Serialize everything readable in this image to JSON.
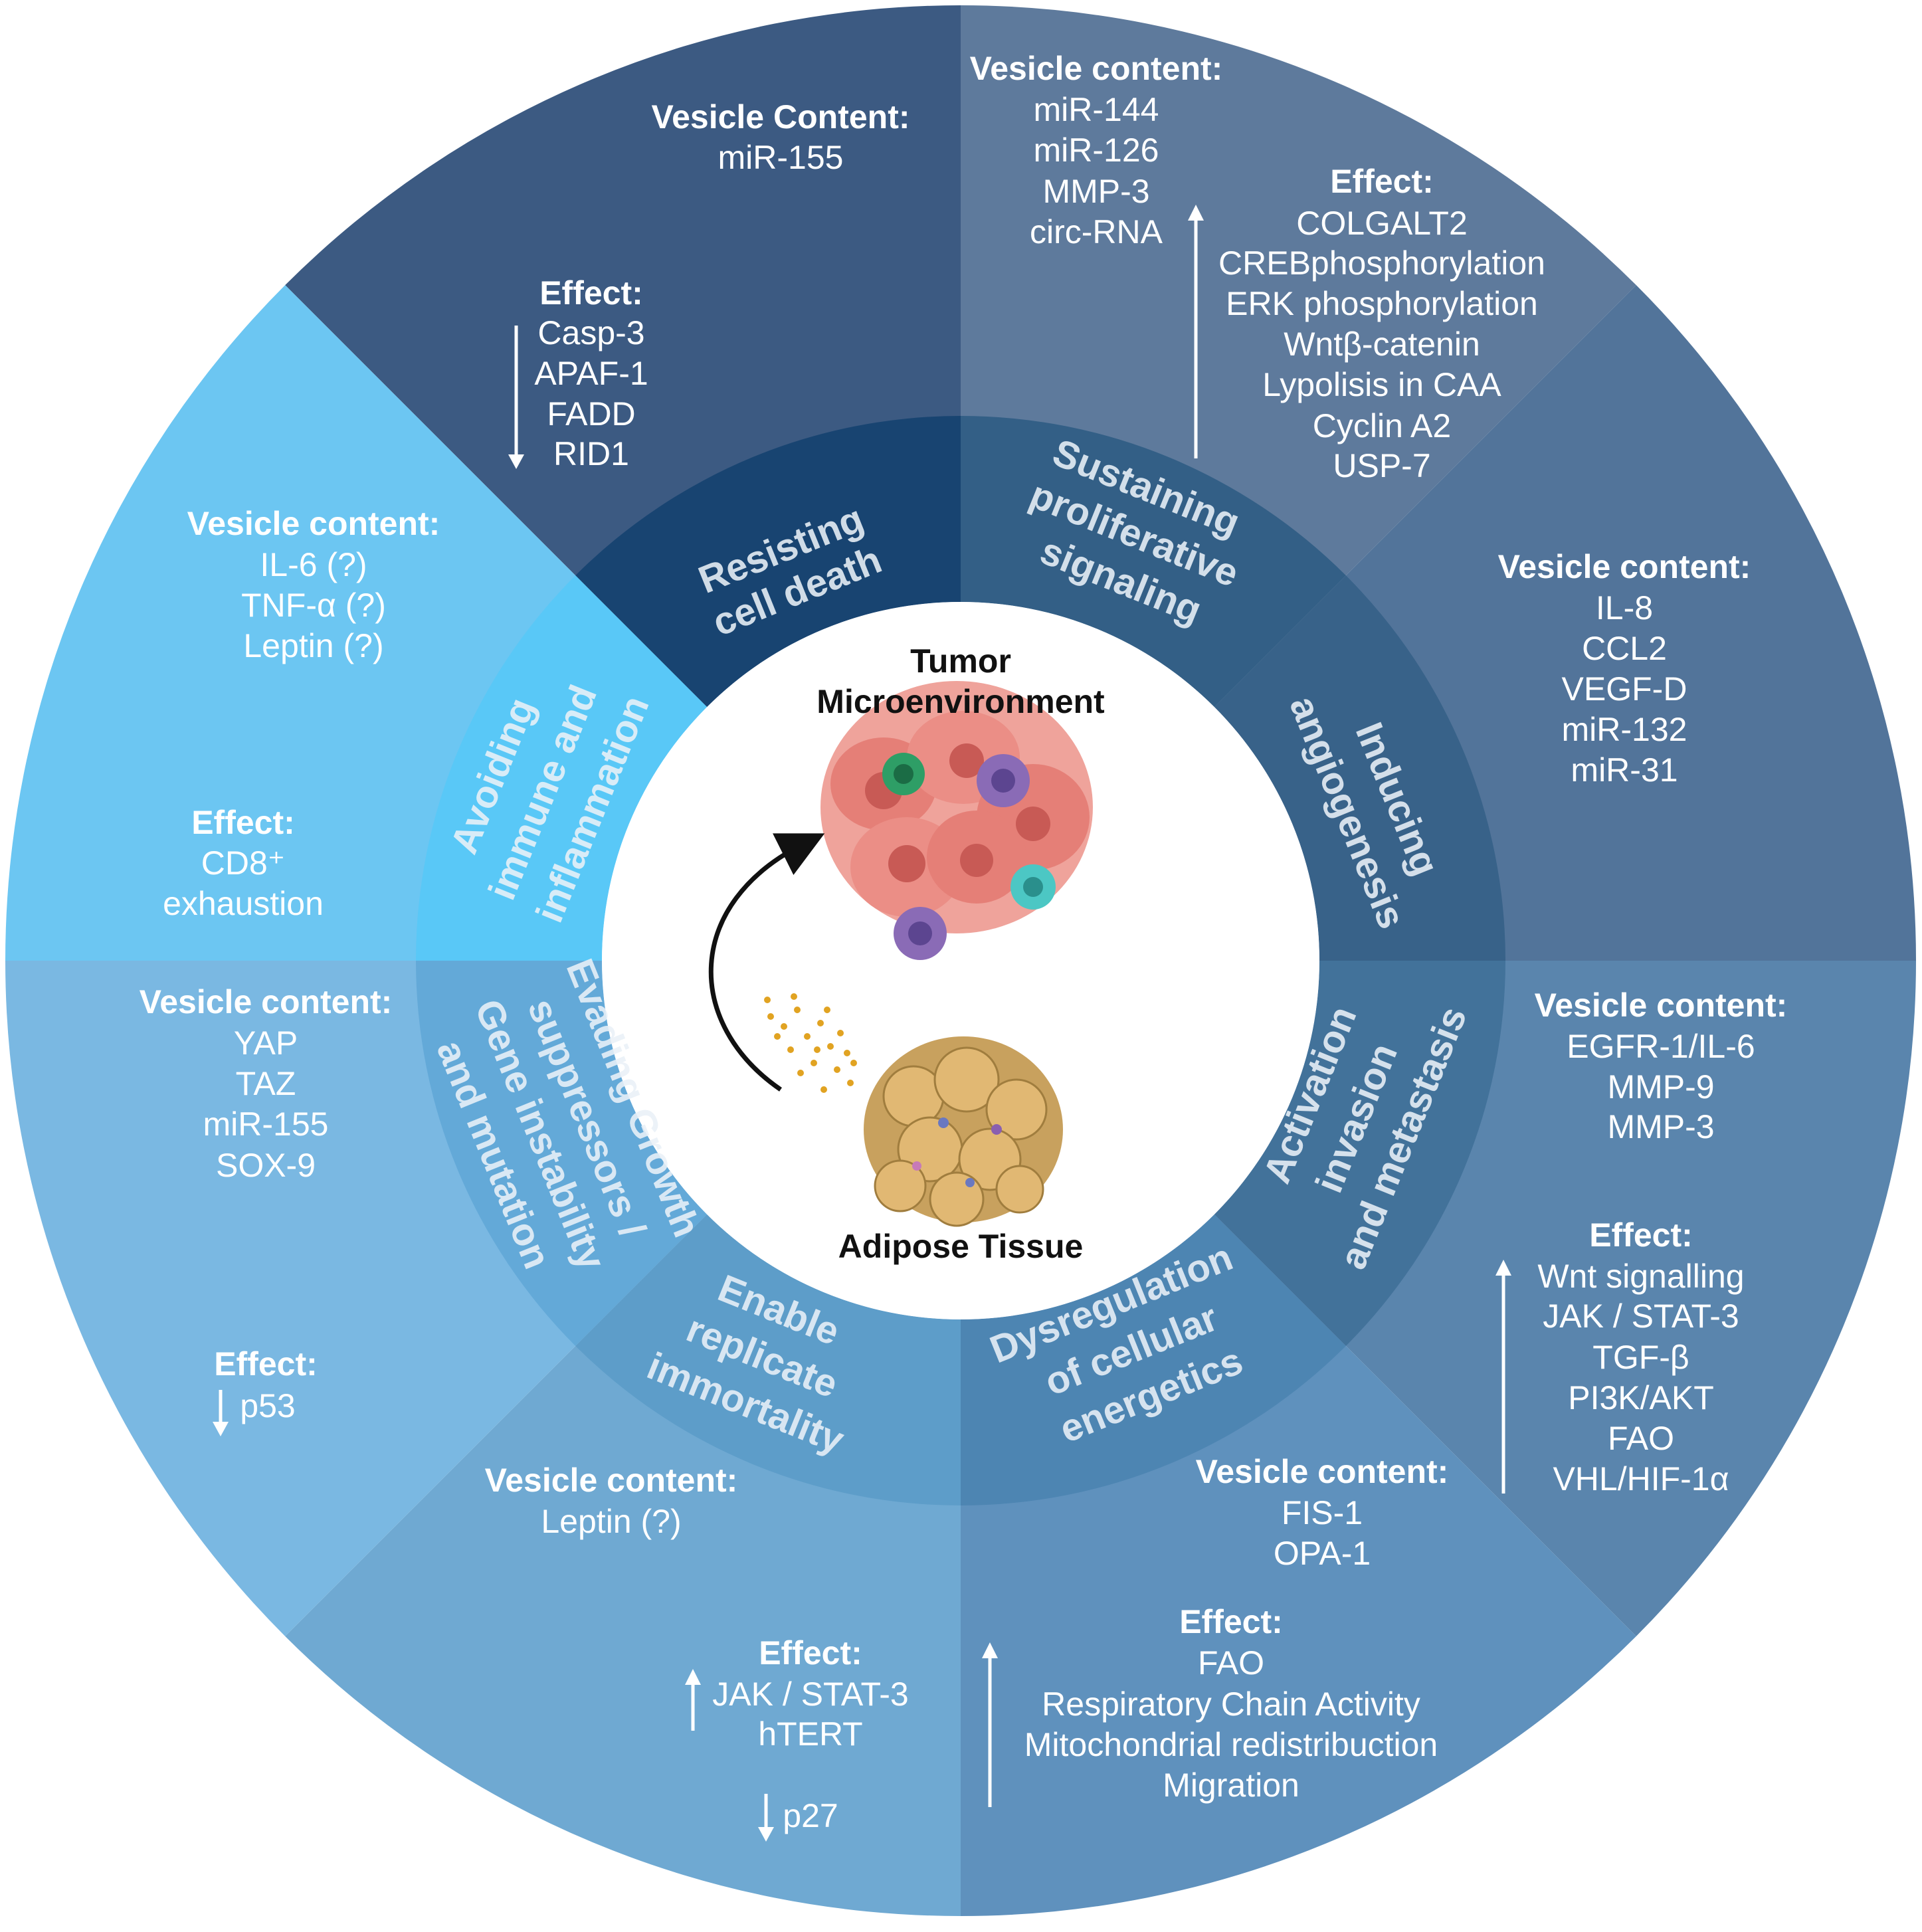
{
  "center": {
    "title_line1": "Tumor",
    "title_line2": "Microenvironment",
    "bottom_label": "Adipose Tissue"
  },
  "colors": {
    "resisting": "#3c5a82",
    "resisting_inner": "#12416e",
    "sustaining": "#5e7a9c",
    "sustaining_inner": "#2b5a82",
    "angiogenesis": "#52749a",
    "angiogenesis_inner": "#345f86",
    "invasion": "#5a85ad",
    "invasion_inner": "#3e6f97",
    "energetics": "#5f91bd",
    "energetics_inner": "#4a82b0",
    "immortality": "#6fa9d2",
    "immortality_inner": "#5b9bc8",
    "growth": "#7ab8e2",
    "growth_inner": "#5fa6d6",
    "immune": "#6cc6f2",
    "immune_inner": "#56c8f8",
    "tumor_cell": "#e9857c",
    "adipocyte": "#d9b06a"
  },
  "sectors": {
    "resisting": {
      "category": [
        "Resisting",
        "cell death"
      ],
      "content_header": "Vesicle Content:",
      "content": [
        "miR-155"
      ],
      "effect_header": "Effect:",
      "effect": [
        "Casp-3",
        "APAF-1",
        "FADD",
        "RID1"
      ]
    },
    "sustaining": {
      "category": [
        "Sustaining",
        "proliferative",
        "signaling"
      ],
      "content_header": "Vesicle content:",
      "content": [
        "miR-144",
        "miR-126",
        "MMP-3",
        "circ-RNA"
      ],
      "effect_header": "Effect:",
      "effect": [
        "COLGALT2",
        "CREBphosphorylation",
        "ERK phosphorylation",
        "Wntβ-catenin",
        "Lypolisis in CAA",
        "Cyclin A2",
        "USP-7"
      ]
    },
    "angiogenesis": {
      "category": [
        "Inducing",
        "angiogenesis"
      ],
      "content_header": "Vesicle content:",
      "content": [
        "IL-8",
        "CCL2",
        "VEGF-D",
        "miR-132",
        "miR-31"
      ]
    },
    "invasion": {
      "category": [
        "Activation",
        "invasion",
        "and metastasis"
      ],
      "content_header": "Vesicle content:",
      "content": [
        "EGFR-1/IL-6",
        "MMP-9",
        "MMP-3"
      ],
      "effect_header": "Effect:",
      "effect": [
        "Wnt signalling",
        "JAK / STAT-3",
        "TGF-β",
        "PI3K/AKT",
        "FAO",
        "VHL/HIF-1α"
      ]
    },
    "energetics": {
      "category": [
        "Dysregulation",
        "of cellular",
        "energetics"
      ],
      "content_header": "Vesicle content:",
      "content": [
        "FIS-1",
        "OPA-1"
      ],
      "effect_header": "Effect:",
      "effect": [
        "FAO",
        "Respiratory Chain Activity",
        "Mitochondrial redistribuction",
        "Migration"
      ]
    },
    "immortality": {
      "category": [
        "Enable",
        "replicate",
        "immortality"
      ],
      "content_header": "Vesicle content:",
      "content": [
        "Leptin (?)"
      ],
      "effect_header": "Effect:",
      "effect_up": [
        "JAK / STAT-3",
        "hTERT"
      ],
      "effect_down": [
        "p27"
      ]
    },
    "growth": {
      "category": [
        "Evading Growth",
        "suppressors /",
        "Gene instability",
        "and mutation"
      ],
      "content_header": "Vesicle content:",
      "content": [
        "YAP",
        "TAZ",
        "miR-155",
        "SOX-9"
      ],
      "effect_header": "Effect:",
      "effect": [
        "p53"
      ]
    },
    "immune": {
      "category": [
        "Avoiding",
        "immune and",
        "inflammation"
      ],
      "content_header": "Vesicle content:",
      "content": [
        "IL-6 (?)",
        "TNF-α (?)",
        "Leptin (?)"
      ],
      "effect_header": "Effect:",
      "effect": [
        "CD8⁺",
        "exhaustion"
      ]
    }
  }
}
